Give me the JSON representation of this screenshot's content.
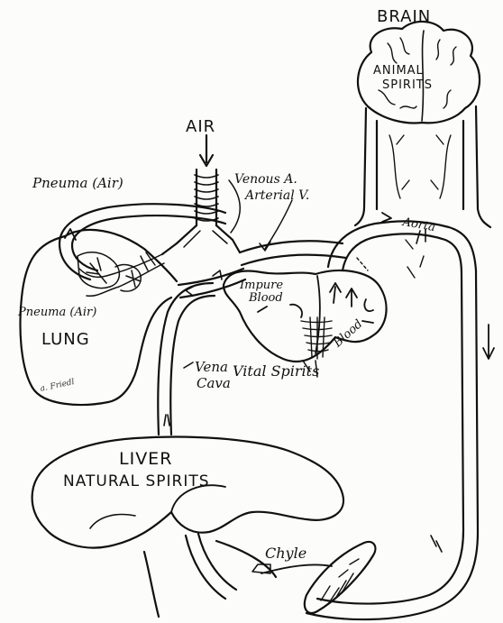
{
  "labels": {
    "brain": "BRAIN",
    "animal": "ANIMAL",
    "spirits_top": "SPIRITS",
    "air": "AIR",
    "pneuma_top": "Pneuma (Air)",
    "venous": "Venous A.",
    "arterial": "Arterial V.",
    "aorta": "Aorta",
    "impure": "Impure",
    "blood_a": "Blood",
    "blood_b": "Blood",
    "pneuma_lung": "Pneuma (Air)",
    "lung": "LUNG",
    "vena": "Vena",
    "cava": "Cava",
    "vital_spirits": "Vital Spirits",
    "liver": "LIVER",
    "natural_spirits": "NATURAL SPIRITS",
    "chyle": "Chyle"
  },
  "signature": "a. Friedl"
}
